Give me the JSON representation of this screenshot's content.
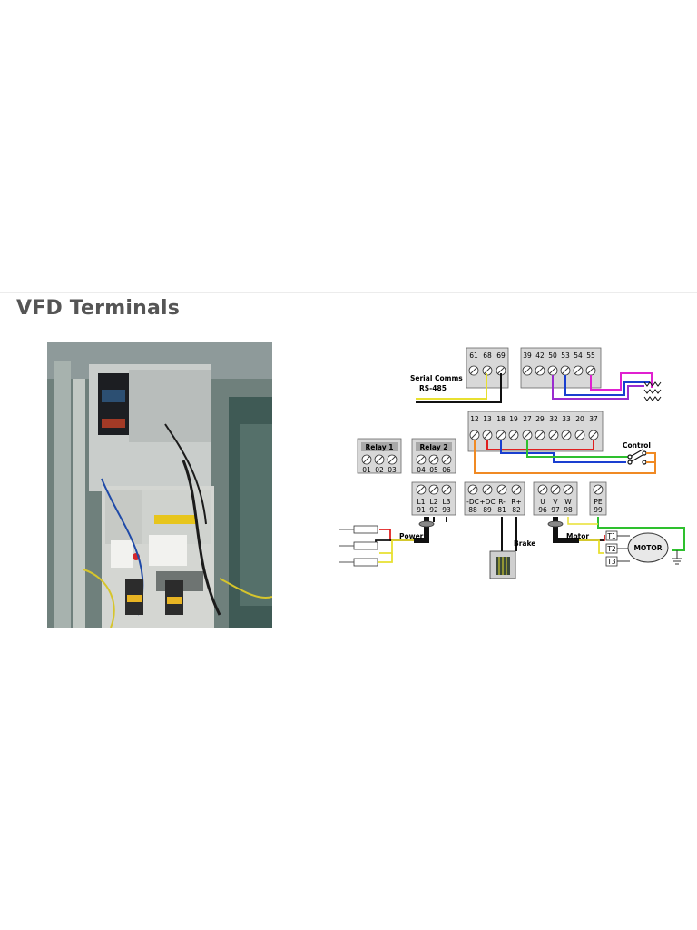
{
  "slide": {
    "title": "VFD Terminals"
  },
  "diagram": {
    "comms_block": [
      "61",
      "68",
      "69"
    ],
    "io_block_top": [
      "39",
      "42",
      "50",
      "53",
      "54",
      "55"
    ],
    "control_block": [
      "12",
      "13",
      "18",
      "19",
      "27",
      "29",
      "32",
      "33",
      "20",
      "37"
    ],
    "relay1": {
      "title": "Relay 1",
      "terminals": [
        "01",
        "02",
        "03"
      ]
    },
    "relay2": {
      "title": "Relay 2",
      "terminals": [
        "04",
        "05",
        "06"
      ]
    },
    "power_block": [
      {
        "top": "L1",
        "bottom": "91"
      },
      {
        "top": "L2",
        "bottom": "92"
      },
      {
        "top": "L3",
        "bottom": "93"
      }
    ],
    "dc_block": [
      {
        "top": "-DC",
        "bottom": "88"
      },
      {
        "top": "+DC",
        "bottom": "89"
      },
      {
        "top": "R-",
        "bottom": "81"
      },
      {
        "top": "R+",
        "bottom": "82"
      }
    ],
    "motor_block": [
      {
        "top": "U",
        "bottom": "96"
      },
      {
        "top": "V",
        "bottom": "97"
      },
      {
        "top": "W",
        "bottom": "98"
      }
    ],
    "pe_block": {
      "top": "PE",
      "bottom": "99"
    },
    "labels": {
      "serial": "Serial Comms",
      "rs485": "RS-485",
      "control": "Control",
      "power": "Power",
      "brake": "Brake",
      "motor_cable": "Motor",
      "motor": "MOTOR",
      "t1": "T1",
      "t2": "T2",
      "t3": "T3"
    },
    "colors": {
      "red": "#e02020",
      "blue": "#1a3fd0",
      "orange": "#f08a24",
      "green": "#2ec02e",
      "purple": "#9a2ccf",
      "magenta": "#e020d0",
      "yellow": "#e8e030",
      "cable": "#111111"
    }
  }
}
